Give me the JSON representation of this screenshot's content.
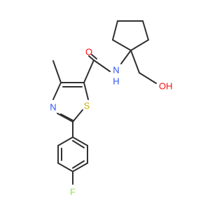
{
  "molecule": {
    "atoms": {
      "oxygen_carbonyl": "O",
      "amide_nitrogen": "N",
      "amide_hydrogen": "H",
      "hydroxyl": "OH",
      "thiazole_nitrogen": "N",
      "thiazole_sulfur": "S",
      "fluorine": "F"
    },
    "colors": {
      "bond": "#303030",
      "oxygen": "#ff0d0d",
      "nitrogen": "#3050f8",
      "sulfur": "#c8b400",
      "fluorine": "#90e050"
    }
  }
}
